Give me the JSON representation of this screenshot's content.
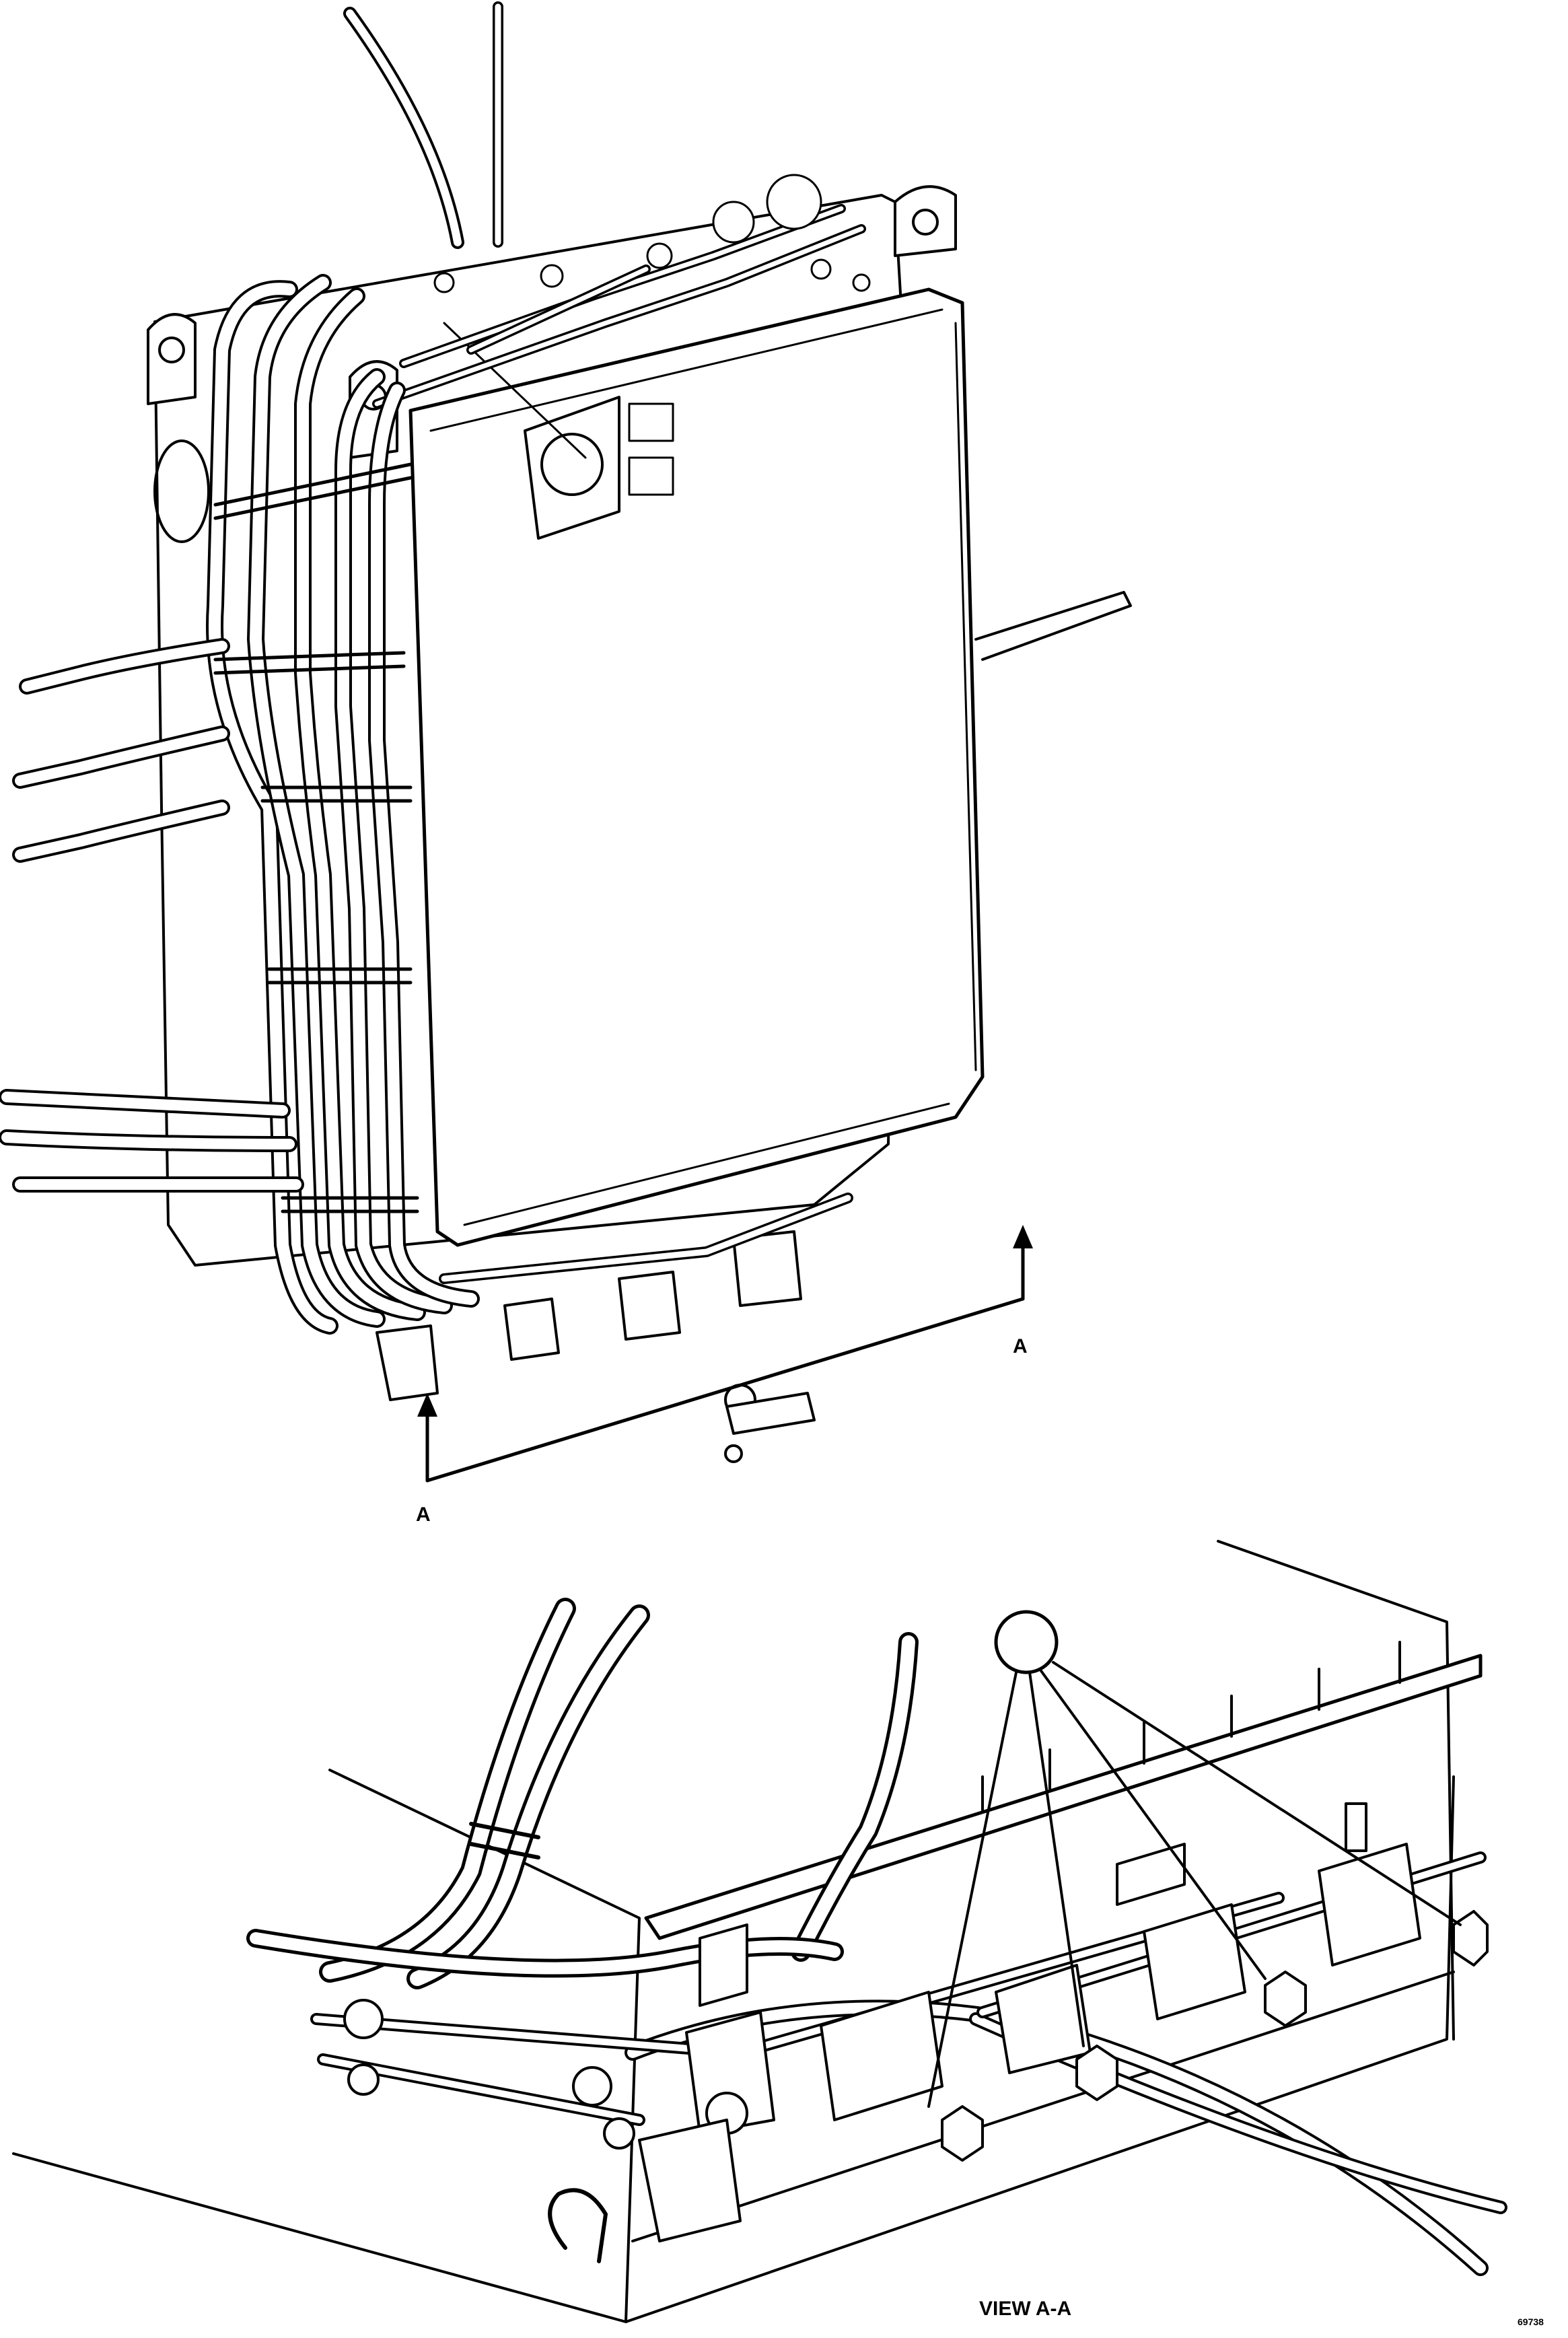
{
  "figure": {
    "section_marker_left": "A",
    "section_marker_right": "A",
    "view_caption": "VIEW A-A",
    "figure_number": "69738",
    "callout_bubble": ""
  },
  "colors": {
    "line": "#000000",
    "background": "#ffffff"
  }
}
